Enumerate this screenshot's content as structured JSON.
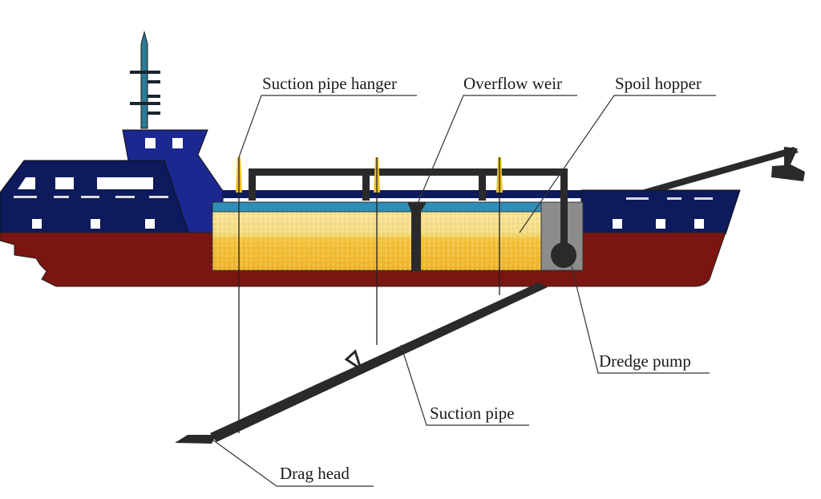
{
  "diagram": {
    "title": "Trailing suction hopper dredger",
    "labels": {
      "suction_pipe_hanger": "Suction pipe hanger",
      "overflow_weir": "Overflow weir",
      "spoil_hopper": "Spoil hopper",
      "dredge_pump": "Dredge pump",
      "suction_pipe": "Suction pipe",
      "drag_head": "Drag head"
    },
    "colors": {
      "superstructure": "#0d1a5c",
      "bridge": "#1b2890",
      "hull": "#7a1512",
      "mast": "#2b7a96",
      "water_layer": "#2f8fb8",
      "spoil_light": "#f3df8a",
      "spoil_dark": "#f0b52a",
      "pipe": "#2a2a2a",
      "pump_room": "#8c8c8c",
      "hanger": "#f2c21a"
    }
  }
}
